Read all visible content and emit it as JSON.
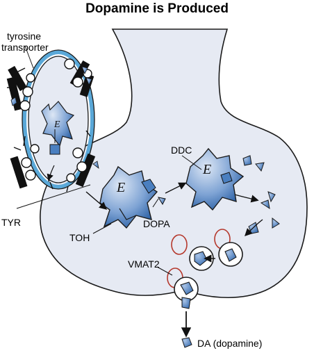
{
  "title": "Dopamine is Produced",
  "labels": {
    "transporter": "tyrosine transporter",
    "transporter_line1": "tyrosine",
    "transporter_line2": "transporter",
    "tyr": "TYR",
    "toh": "TOH",
    "dopa": "DOPA",
    "ddc": "DDC",
    "vmat2": "VMAT2",
    "da": "DA (dopamine)",
    "enzyme_letter": "E"
  },
  "colors": {
    "terminal_fill": "#e6eaf3",
    "outline": "#1a1a1a",
    "vesicle_ring": "#5aa8d8",
    "enzyme_dark": "#2f63a6",
    "enzyme_light": "#cfdcf0",
    "molecule": "#4a7fc0",
    "vmat_loop": "#b5382c"
  }
}
